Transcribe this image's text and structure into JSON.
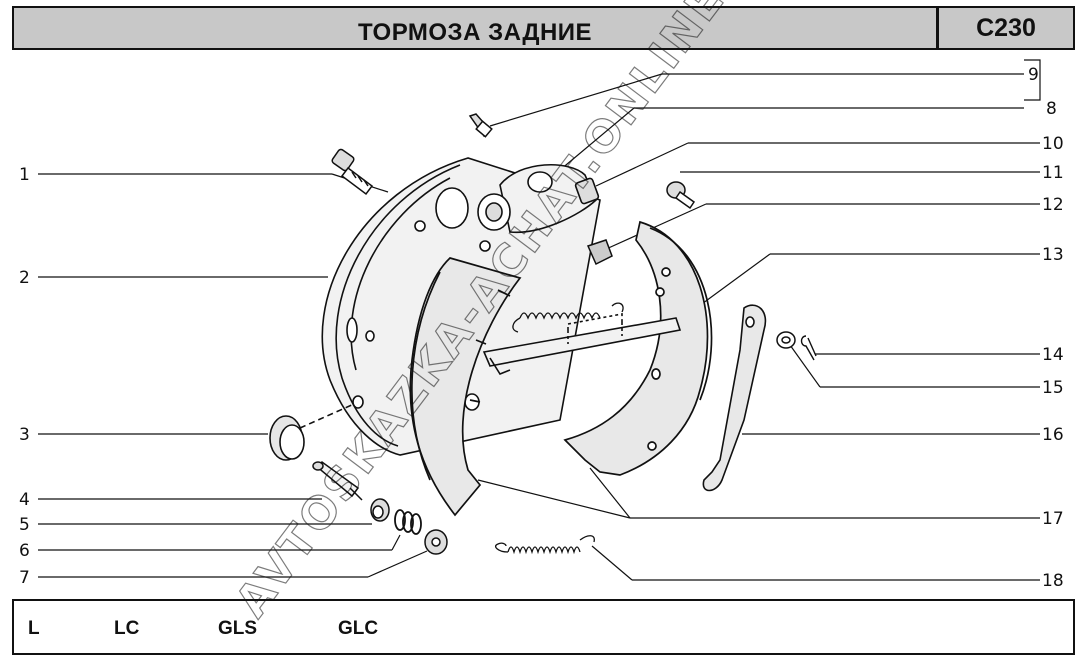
{
  "header": {
    "title": "ТОРМОЗА ЗАДНИЕ",
    "code": "C230"
  },
  "callouts": {
    "left": [
      "1",
      "2",
      "3",
      "4",
      "5",
      "6",
      "7"
    ],
    "right": [
      "9",
      "8",
      "10",
      "11",
      "12",
      "13",
      "14",
      "15",
      "16",
      "17",
      "18"
    ]
  },
  "footer": {
    "variants": [
      "L",
      "LC",
      "GLS",
      "GLC"
    ]
  },
  "watermark": "AVTOSKAZKA-ACHAT.ONLINE"
}
